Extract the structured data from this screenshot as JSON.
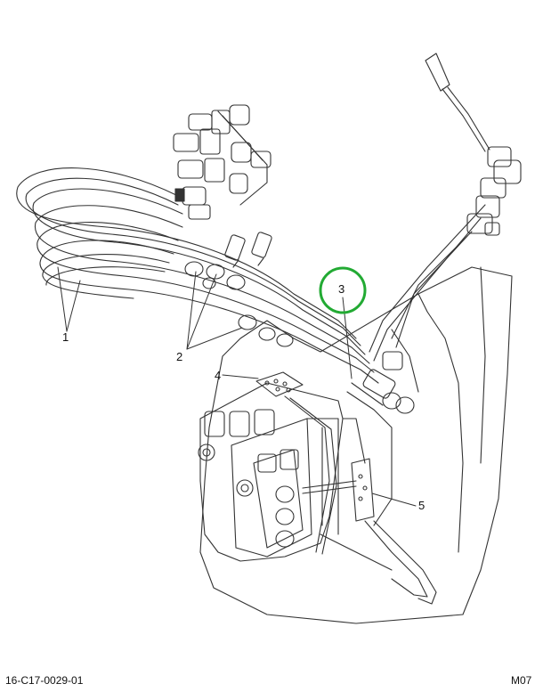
{
  "callouts": {
    "c1": "1",
    "c2": "2",
    "c3": "3",
    "c4": "4",
    "c5": "5"
  },
  "footer": {
    "part_number": "16-C17-0029-01",
    "sheet_code": "M07"
  },
  "colors": {
    "line": "#333333",
    "highlight": "#22aa33"
  }
}
